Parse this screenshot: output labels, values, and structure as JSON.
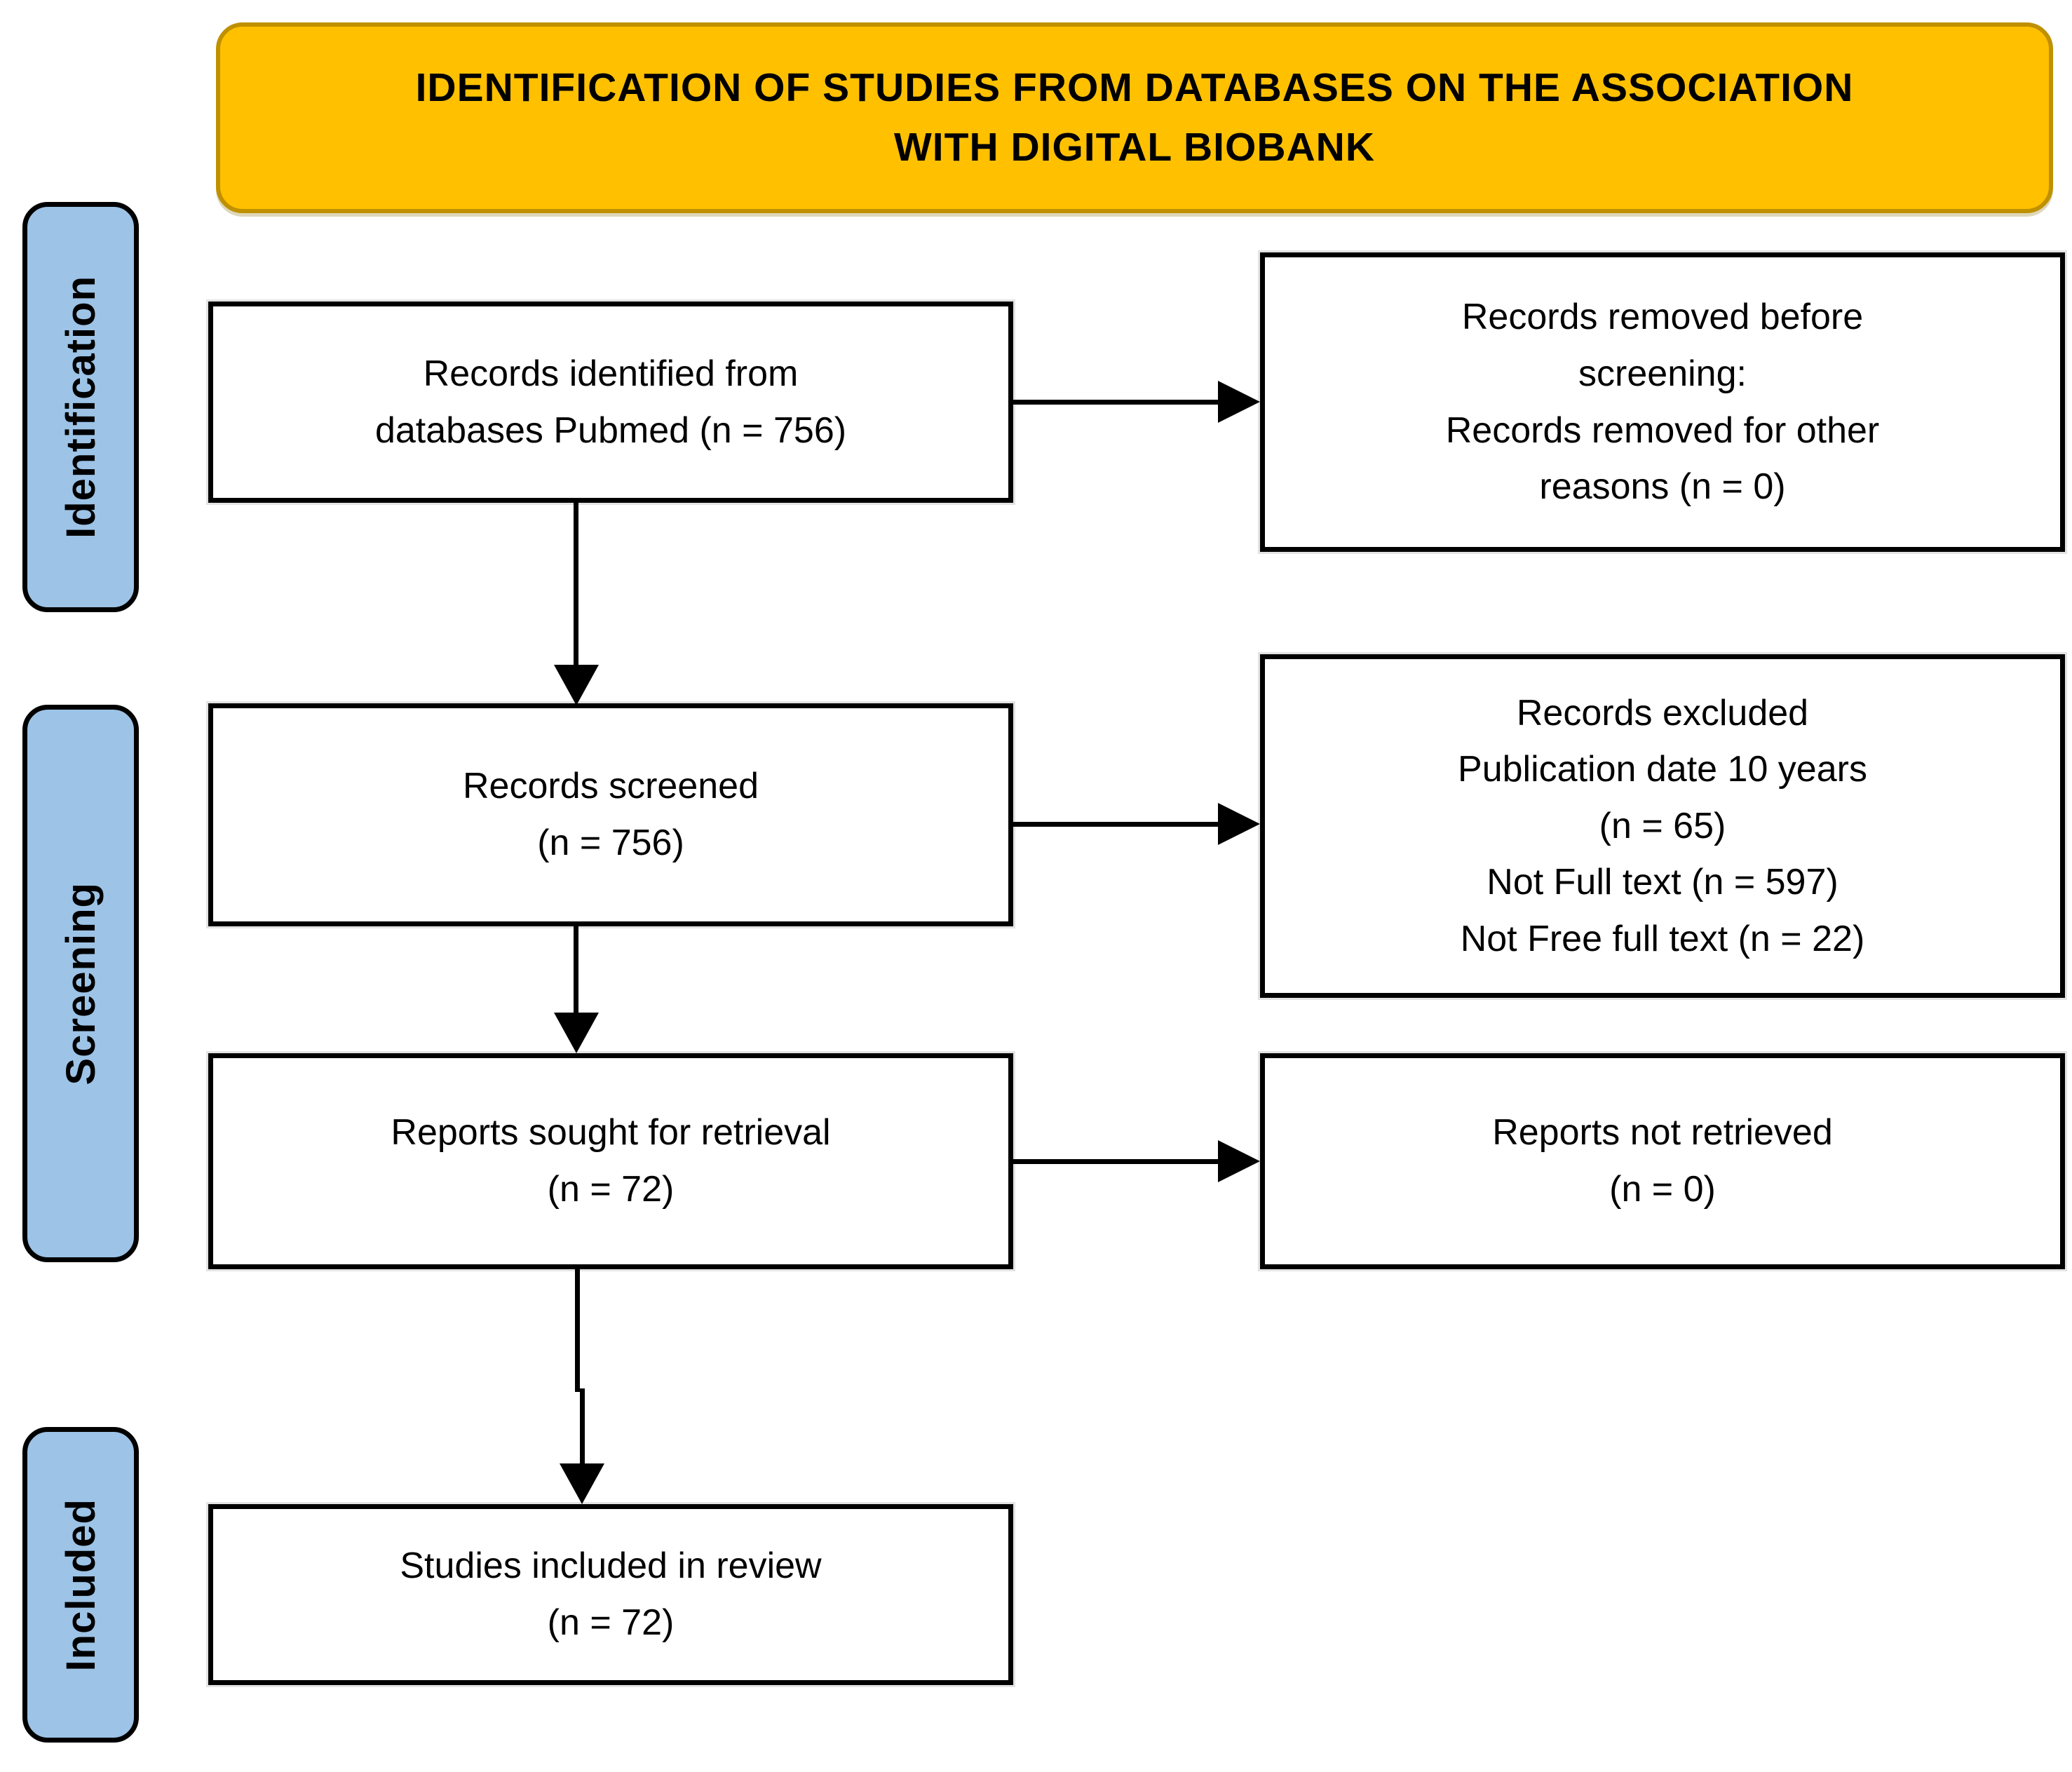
{
  "title": {
    "text": "IDENTIFICATION OF STUDIES FROM DATABASES ON THE ASSOCIATION\nWITH DIGITAL BIOBANK"
  },
  "stages": [
    {
      "label": "Identification"
    },
    {
      "label": "Screening"
    },
    {
      "label": "Included"
    }
  ],
  "main_boxes": [
    {
      "id": "records-identified",
      "text": "Records identified from\ndatabases Pubmed (n = 756)",
      "n": 756
    },
    {
      "id": "records-screened",
      "text": "Records screened\n(n = 756)",
      "n": 756
    },
    {
      "id": "reports-sought",
      "text": "Reports sought for retrieval\n(n = 72)",
      "n": 72
    },
    {
      "id": "studies-included",
      "text": "Studies included in review\n(n = 72)",
      "n": 72
    }
  ],
  "side_boxes": [
    {
      "id": "records-removed-before-screening",
      "text": "Records removed before\nscreening:\nRecords removed for other\nreasons (n = 0)",
      "n": 0
    },
    {
      "id": "records-excluded",
      "text": "Records excluded\nPublication date 10 years\n(n = 65)\nNot Full text (n = 597)\nNot Free full text (n = 22)",
      "n_publication_date": 65,
      "n_not_full_text": 597,
      "n_not_free_full_text": 22
    },
    {
      "id": "reports-not-retrieved",
      "text": "Reports not retrieved\n(n = 0)",
      "n": 0
    }
  ],
  "colors": {
    "title_fill": "#FFC000",
    "title_border": "#BF9000",
    "stage_fill": "#9DC3E6",
    "box_border": "#000000",
    "background": "#FFFFFF"
  }
}
